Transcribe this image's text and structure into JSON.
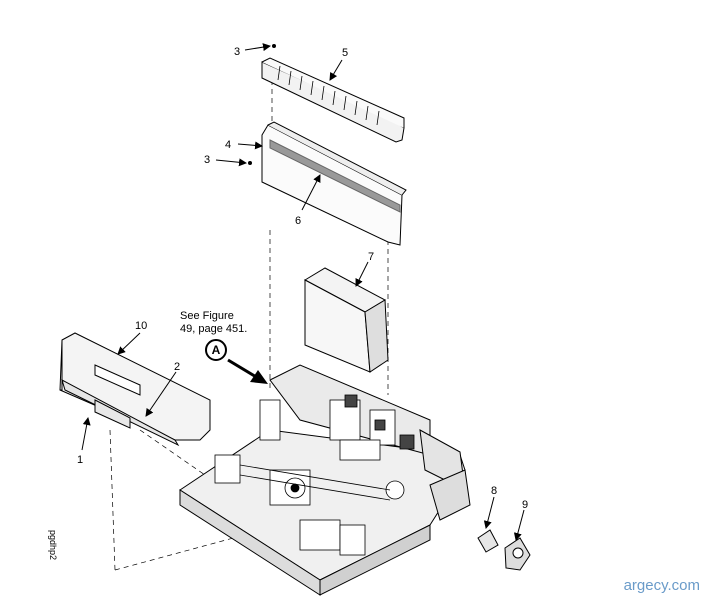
{
  "callouts": {
    "c1": "1",
    "c2": "2",
    "c3a": "3",
    "c3b": "3",
    "c4": "4",
    "c5": "5",
    "c6": "6",
    "c7": "7",
    "c8": "8",
    "c9": "9",
    "c10": "10"
  },
  "reference_note": {
    "line1": "See Figure",
    "line2": "49, page 451.",
    "badge": "A"
  },
  "drawing_code": "pgdhp2",
  "watermark": "argecy.com"
}
